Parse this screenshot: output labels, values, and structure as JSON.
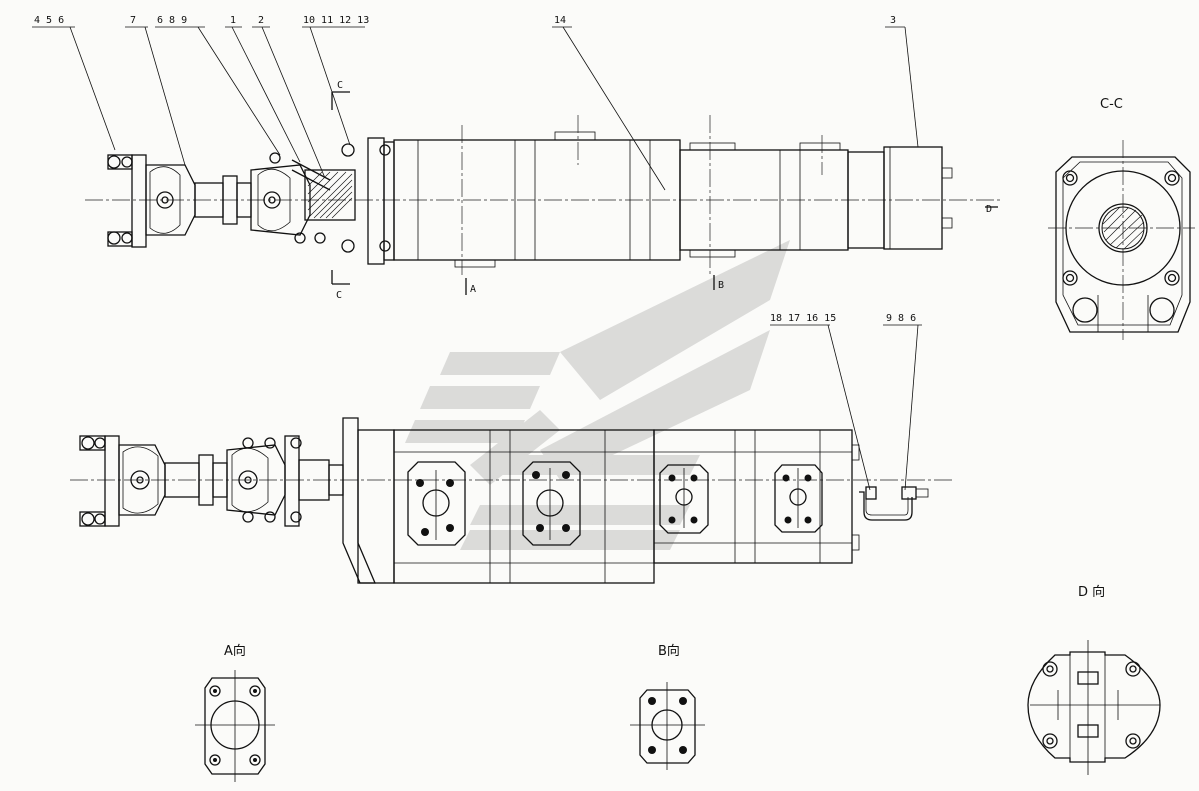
{
  "callouts": {
    "c456": "4 5 6",
    "c7": "7",
    "c689": "6 8 9",
    "c1": "1",
    "c2": "2",
    "c10_13": "10 11 12 13",
    "c14": "14",
    "c3": "3",
    "c18_15": "18 17 16 15",
    "c986": "9 8 6"
  },
  "section_marks": {
    "c_top": "C",
    "c_bottom": "C",
    "a_arrow": "A",
    "b_arrow": "B",
    "d_arrow": "D"
  },
  "views": {
    "cc_title": "C-C",
    "a_title": "A向",
    "b_title": "B向",
    "d_title": "D 向"
  },
  "watermark": {
    "color": "#9a9a9a"
  }
}
